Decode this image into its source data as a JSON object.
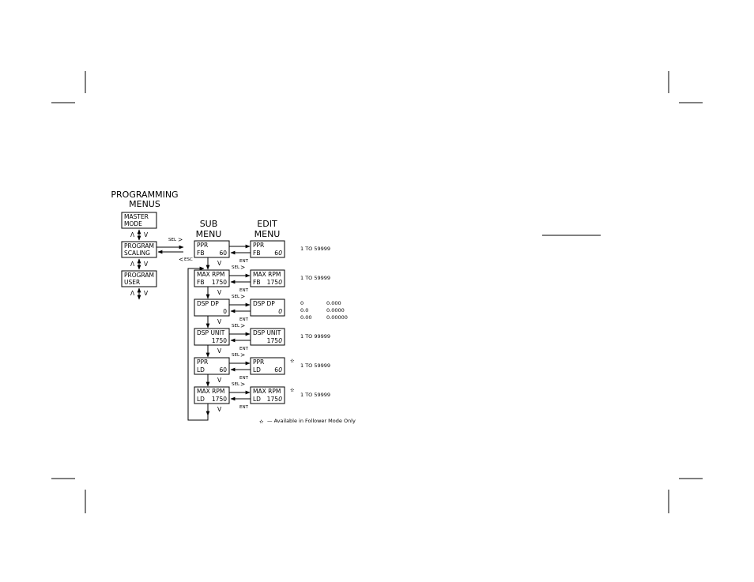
{
  "headings": {
    "programming_line1": "PROGRAMMING",
    "programming_line2": "MENUS",
    "sub_line1": "SUB",
    "sub_line2": "MENU",
    "edit_line1": "EDIT",
    "edit_line2": "MENU"
  },
  "keys": {
    "sel": "SEL",
    "ent": "ENT",
    "esc": "ESC",
    "up": "Λ",
    "down": "V"
  },
  "main_menu": [
    {
      "line1": "MASTER",
      "line2": "MODE"
    },
    {
      "line1": "PROGRAM",
      "line2": "SCALING"
    },
    {
      "line1": "PROGRAM",
      "line2": "USER"
    }
  ],
  "sub_menu": [
    {
      "line1": "PPR",
      "line2a": "FB",
      "line2b": "60"
    },
    {
      "line1": "MAX  RPM",
      "line2a": "FB",
      "line2b": "1750"
    },
    {
      "line1": "DSP  DP",
      "line2a": "",
      "line2b": "0"
    },
    {
      "line1": "DSP  UNIT",
      "line2a": "",
      "line2b": "1750"
    },
    {
      "line1": "PPR",
      "line2a": "LD",
      "line2b": "60"
    },
    {
      "line1": "MAX  RPM",
      "line2a": "LD",
      "line2b": "1750"
    }
  ],
  "edit_menu": [
    {
      "line1": "PPR",
      "line2a": "FB",
      "line2b": "6",
      "cursor": "0"
    },
    {
      "line1": "MAX  RPM",
      "line2a": "FB",
      "line2b": "175",
      "cursor": "0"
    },
    {
      "line1": "DSP  DP",
      "line2a": "",
      "line2b": "",
      "cursor": "0"
    },
    {
      "line1": "DSP  UNIT",
      "line2a": "",
      "line2b": "175",
      "cursor": "0"
    },
    {
      "line1": "PPR",
      "line2a": "LD",
      "line2b": "6",
      "cursor": "0"
    },
    {
      "line1": "MAX  RPM",
      "line2a": "LD",
      "line2b": "175",
      "cursor": "0"
    }
  ],
  "ranges": [
    "1  TO  59999",
    "1  TO  59999",
    "",
    "1  TO  99999",
    "1  TO  59999",
    "1  TO  59999"
  ],
  "decimal_table": [
    [
      "0",
      "0.000"
    ],
    [
      "0.0",
      "0.0000"
    ],
    [
      "0.00",
      "0.00000"
    ]
  ],
  "star_symbol": "✫",
  "footnote": "—  Available  in  Follower  Mode  Only"
}
